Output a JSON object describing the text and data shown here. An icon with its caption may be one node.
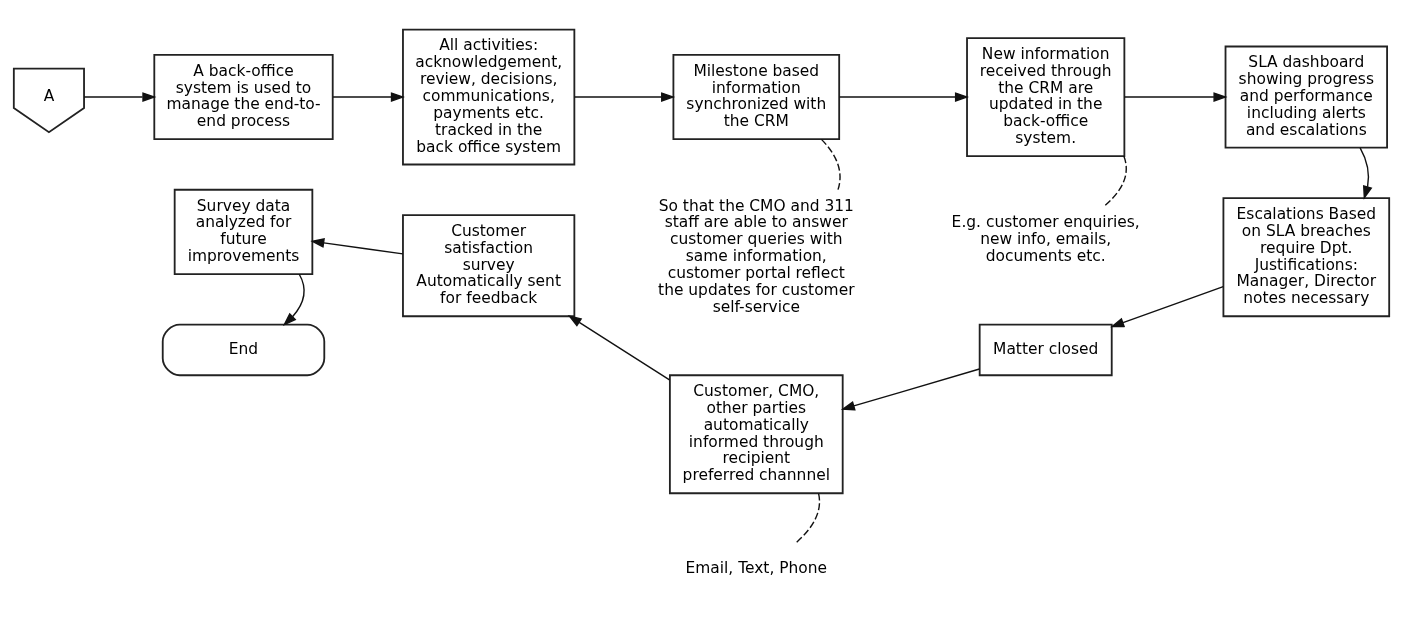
{
  "diagram": {
    "nodes": [
      {
        "text": [
          "A"
        ]
      },
      {
        "text": [
          "A back-office system is used to manage the end-to-end process"
        ]
      },
      {
        "text": [
          "All activities: acknowledgement, review, decisions, communications, payments etc. tracked in the back office system"
        ]
      },
      {
        "text": [
          "Milestone based information synchronized with the CRM"
        ]
      },
      {
        "text": [
          "So that the CMO and 311 staff are able to answer customer queries with same information, customer portal reflect the updates for customer self-service"
        ]
      },
      {
        "text": [
          "New information received through the CRM are updated in the back-office system."
        ]
      },
      {
        "text": [
          "E.g. customer enquiries, new info, emails, documents etc."
        ]
      },
      {
        "text": [
          "SLA dashboard showing progress and performance including alerts and escalations"
        ]
      },
      {
        "text": [
          "Escalations Based on SLA breaches require Dpt. Justifications: Manager, Director notes necessary"
        ]
      },
      {
        "text": [
          "Matter closed"
        ]
      },
      {
        "text": [
          "Customer, CMO, other parties automatically informed through recipient preferred channnel"
        ]
      },
      {
        "text": [
          "Email, Text, Phone"
        ]
      },
      {
        "text": [
          "Customer satisfaction survey Automatically sent for feedback"
        ]
      },
      {
        "text": [
          "Survey data analyzed for future improvements"
        ]
      },
      {
        "text": [
          "End"
        ]
      }
    ],
    "edges": [
      {
        "from": 0,
        "to": 1,
        "arrow": "to"
      },
      {
        "from": 1,
        "to": 2,
        "arrow": "to"
      },
      {
        "from": 2,
        "to": 3,
        "arrow": "to"
      },
      {
        "from": 3,
        "to": 4,
        "arrow": "none",
        "style": "dashed"
      },
      {
        "from": 3,
        "to": 5,
        "arrow": "to"
      },
      {
        "from": 5,
        "to": 6,
        "arrow": "none",
        "style": "dashed"
      },
      {
        "from": 5,
        "to": 7,
        "arrow": "to"
      },
      {
        "from": 7,
        "to": 8,
        "arrow": "to"
      },
      {
        "from": 8,
        "to": 9,
        "arrow": "to"
      },
      {
        "from": 9,
        "to": 10,
        "arrow": "to"
      },
      {
        "from": 10,
        "to": 11,
        "arrow": "none",
        "style": "dashed"
      },
      {
        "from": 10,
        "to": 12,
        "arrow": "to"
      },
      {
        "from": 12,
        "to": 13,
        "arrow": "to"
      },
      {
        "from": 13,
        "to": 14,
        "arrow": "to"
      }
    ]
  }
}
